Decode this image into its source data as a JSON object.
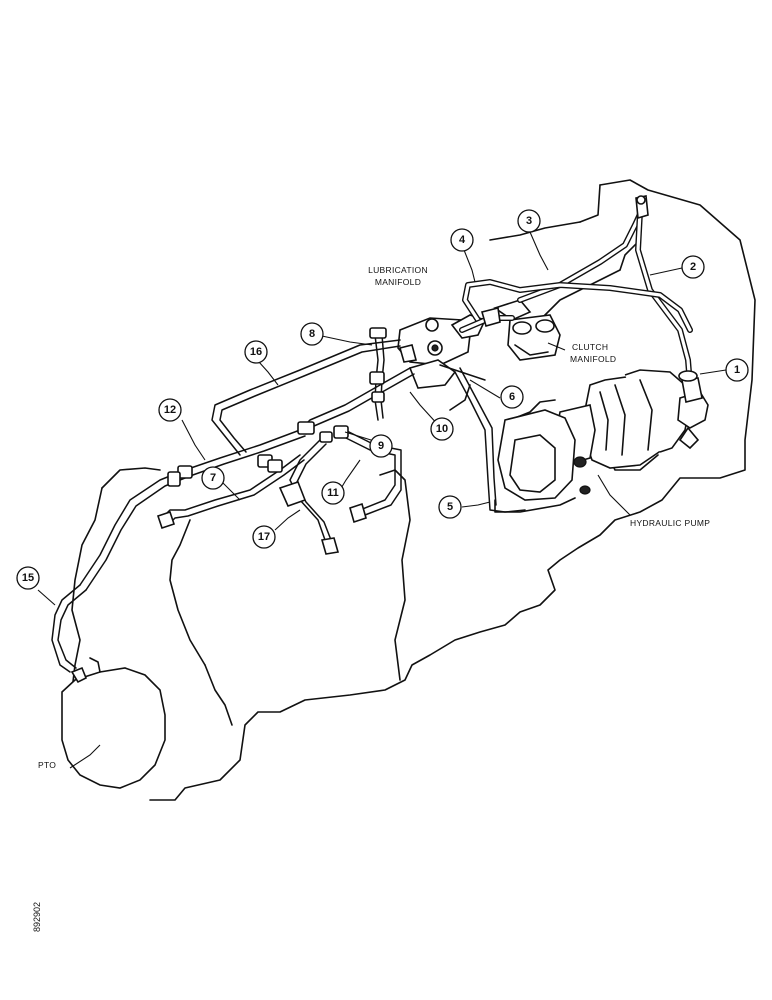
{
  "labels": {
    "lubrication_manifold": [
      "LUBRICATION",
      "MANIFOLD"
    ],
    "clutch_manifold": [
      "CLUTCH",
      "MANIFOLD"
    ],
    "hydraulic_pump": "HYDRAULIC PUMP",
    "pto": "PTO"
  },
  "callouts": [
    "1",
    "2",
    "3",
    "4",
    "5",
    "6",
    "7",
    "8",
    "9",
    "10",
    "11",
    "12",
    "15",
    "16",
    "17"
  ],
  "figure_id": "892902"
}
